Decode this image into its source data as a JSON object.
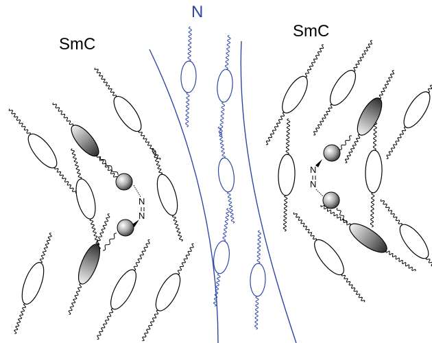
{
  "labels": {
    "left_phase": "SmC",
    "middle_phase": "N",
    "right_phase": "SmC"
  },
  "linker_text": {
    "left_n_top": "N",
    "left_n_bottom": "N",
    "right_n_top": "N",
    "right_n_bottom": "N"
  },
  "colors": {
    "black": "#000000",
    "nematic_blue": "#2b46a6",
    "shaded_core_dark": "#3a3a3a",
    "shaded_core_light": "#f2f2f2"
  }
}
